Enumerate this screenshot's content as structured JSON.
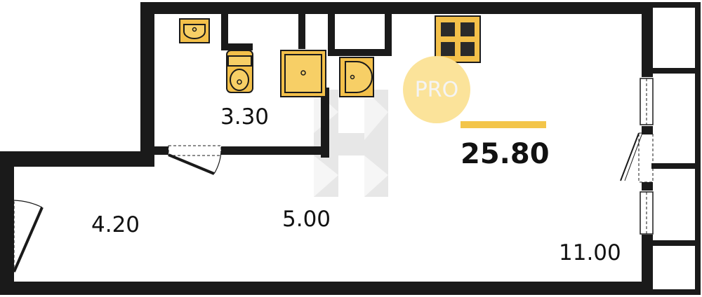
{
  "plan": {
    "rooms": [
      {
        "id": "bathroom",
        "area": "3.30"
      },
      {
        "id": "hallway",
        "area": "4.20"
      },
      {
        "id": "corridor",
        "area": "5.00"
      },
      {
        "id": "living",
        "area": "11.00"
      }
    ],
    "total_area": "25.80",
    "badge": "PRO",
    "colors": {
      "wall": "#1a1a1a",
      "fixture_fill": "#f3c04a",
      "accent_bar": "#f3c54a",
      "badge": "#fbe39a",
      "watermark": "#d0d0d0"
    }
  }
}
